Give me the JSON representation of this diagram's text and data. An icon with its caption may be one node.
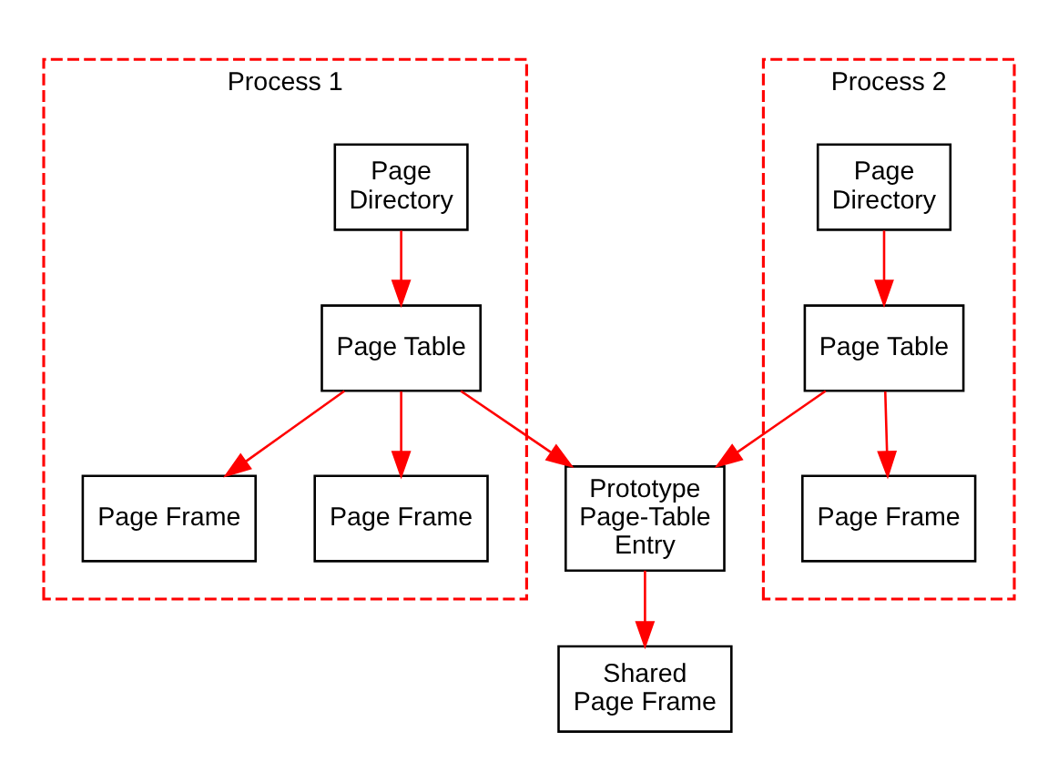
{
  "diagram": {
    "nodes": [
      {
        "text": [
          "Process 1"
        ]
      },
      {
        "text": [
          "Page Directory"
        ],
        "in": 0
      },
      {
        "text": [
          "Page Table"
        ],
        "in": 0
      },
      {
        "text": [
          "Page Frame"
        ],
        "in": 0
      },
      {
        "text": [
          "Page Frame"
        ],
        "in": 0
      },
      {
        "text": [
          "Prototype Page-Table Entry"
        ]
      },
      {
        "text": [
          "Shared Page Frame"
        ]
      },
      {
        "text": [
          "Process 2"
        ]
      },
      {
        "text": [
          "Page Directory"
        ],
        "in": 7
      },
      {
        "text": [
          "Page Table"
        ],
        "in": 7
      },
      {
        "text": [
          "Page Frame"
        ],
        "in": 7
      }
    ],
    "edges": [
      {
        "from": 1,
        "to": 2,
        "arrow": "to",
        "color": "#ff0000"
      },
      {
        "from": 2,
        "to": 3,
        "arrow": "to",
        "color": "#ff0000"
      },
      {
        "from": 2,
        "to": 4,
        "arrow": "to",
        "color": "#ff0000"
      },
      {
        "from": 2,
        "to": 5,
        "arrow": "to",
        "color": "#ff0000"
      },
      {
        "from": 9,
        "to": 5,
        "arrow": "to",
        "color": "#ff0000"
      },
      {
        "from": 5,
        "to": 6,
        "arrow": "to",
        "color": "#ff0000"
      },
      {
        "from": 8,
        "to": 9,
        "arrow": "to",
        "color": "#ff0000"
      },
      {
        "from": 9,
        "to": 10,
        "arrow": "to",
        "color": "#ff0000"
      }
    ]
  }
}
